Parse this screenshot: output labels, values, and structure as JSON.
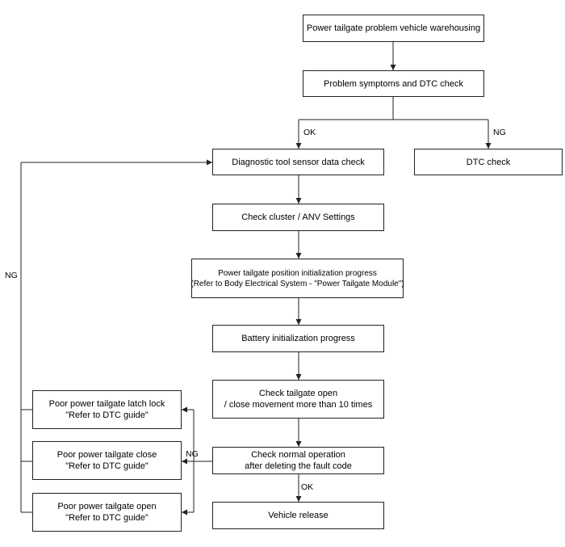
{
  "nodes": {
    "warehousing": [
      "Power tailgate problem vehicle warehousing"
    ],
    "symptoms": [
      "Problem symptoms and DTC check"
    ],
    "diag_tool": [
      "Diagnostic tool sensor data check"
    ],
    "dtc_check": [
      "DTC check"
    ],
    "cluster": [
      "Check cluster / ANV Settings"
    ],
    "init_position": [
      "Power tailgate position initialization progress",
      "(Refer to Body Electrical System - \"Power Tailgate Module\")"
    ],
    "battery": [
      "Battery initialization progress"
    ],
    "movement": [
      "Check tailgate open",
      "/ close movement more than 10 times"
    ],
    "normal_op": [
      "Check normal operation",
      "after deleting the fault code"
    ],
    "release": [
      "Vehicle release"
    ],
    "latch_lock": [
      "Poor power tailgate latch lock",
      "\"Refer to DTC guide\""
    ],
    "poor_close": [
      "Poor power tailgate close",
      "\"Refer to DTC guide\""
    ],
    "poor_open": [
      "Poor power tailgate open",
      "\"Refer to DTC guide\""
    ]
  },
  "labels": {
    "ok_1": "OK",
    "ng_1": "NG",
    "ng_loop": "NG",
    "ng_2": "NG",
    "ok_2": "OK"
  }
}
